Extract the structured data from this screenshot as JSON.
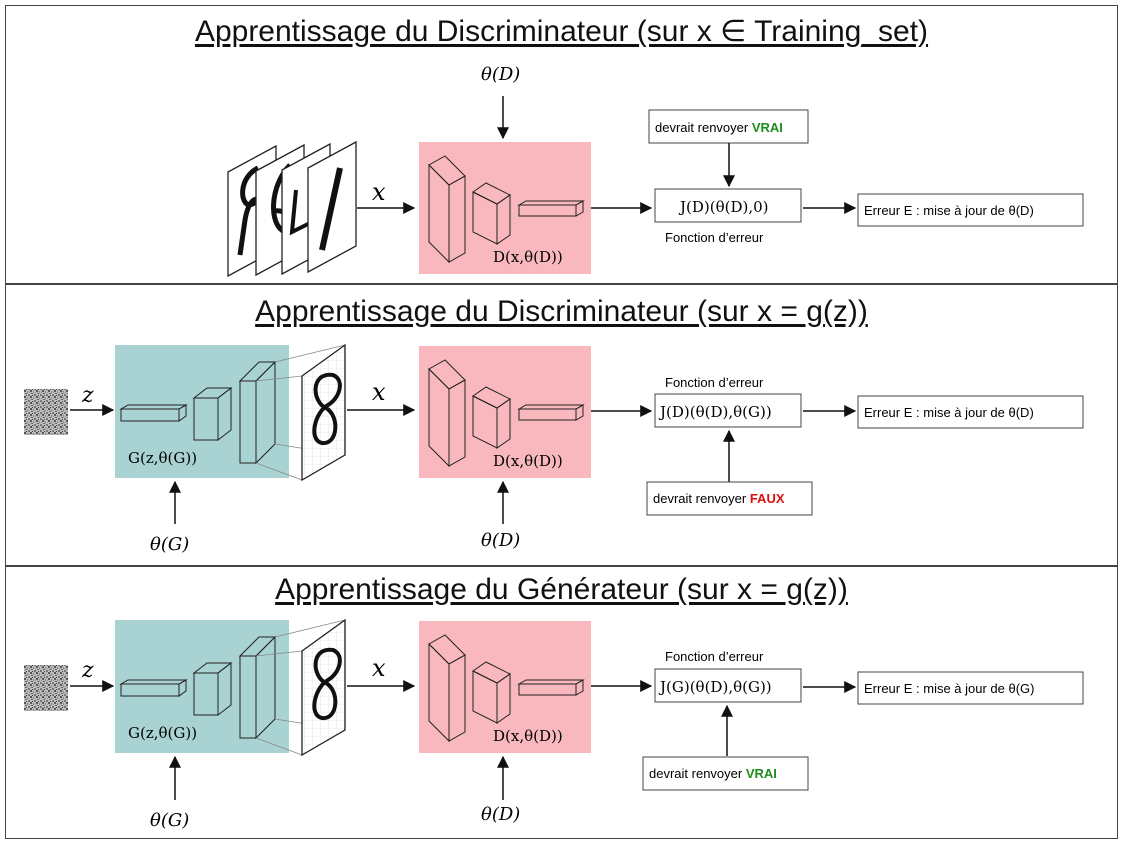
{
  "panels": [
    {
      "title": "Apprentissage du Discriminateur (sur x ∈ Training_set)",
      "theta_d": "θ(D)",
      "x_label": "x",
      "d_label": "D(x,θ(D))",
      "note_prefix": "devrait renvoyer ",
      "note_word": "VRAI",
      "loss": "J(D)(θ(D),0)",
      "loss_caption": "Fonction d’erreur",
      "result": "Erreur E : mise à jour de θ(D)"
    },
    {
      "title": "Apprentissage du Discriminateur (sur x = g(z))",
      "z_label": "z",
      "x_label": "x",
      "g_label": "G(z,θ(G))",
      "d_label": "D(x,θ(D))",
      "theta_g": "θ(G)",
      "theta_d": "θ(D)",
      "loss_caption": "Fonction d’erreur",
      "loss": "J(D)(θ(D),θ(G))",
      "note_prefix": "devrait renvoyer ",
      "note_word": "FAUX",
      "result": "Erreur E : mise à jour de θ(D)"
    },
    {
      "title": "Apprentissage du Générateur (sur x = g(z))",
      "z_label": "z",
      "x_label": "x",
      "g_label": "G(z,θ(G))",
      "d_label": "D(x,θ(D))",
      "theta_g": "θ(G)",
      "theta_d": "θ(D)",
      "loss_caption": "Fonction d’erreur",
      "loss": "J(G)(θ(D),θ(G))",
      "note_prefix": "devrait renvoyer ",
      "note_word": "VRAI",
      "result": "Erreur E : mise à jour de θ(G)"
    }
  ],
  "colors": {
    "discriminator_bg": "#f8b8bd",
    "generator_bg": "#a9d2d2",
    "vrai": "#1e8f1e",
    "faux": "#e01010",
    "line": "#111111"
  },
  "icons": {
    "digit_images": "handwritten-digit-images",
    "noise": "noise-image-icon"
  }
}
